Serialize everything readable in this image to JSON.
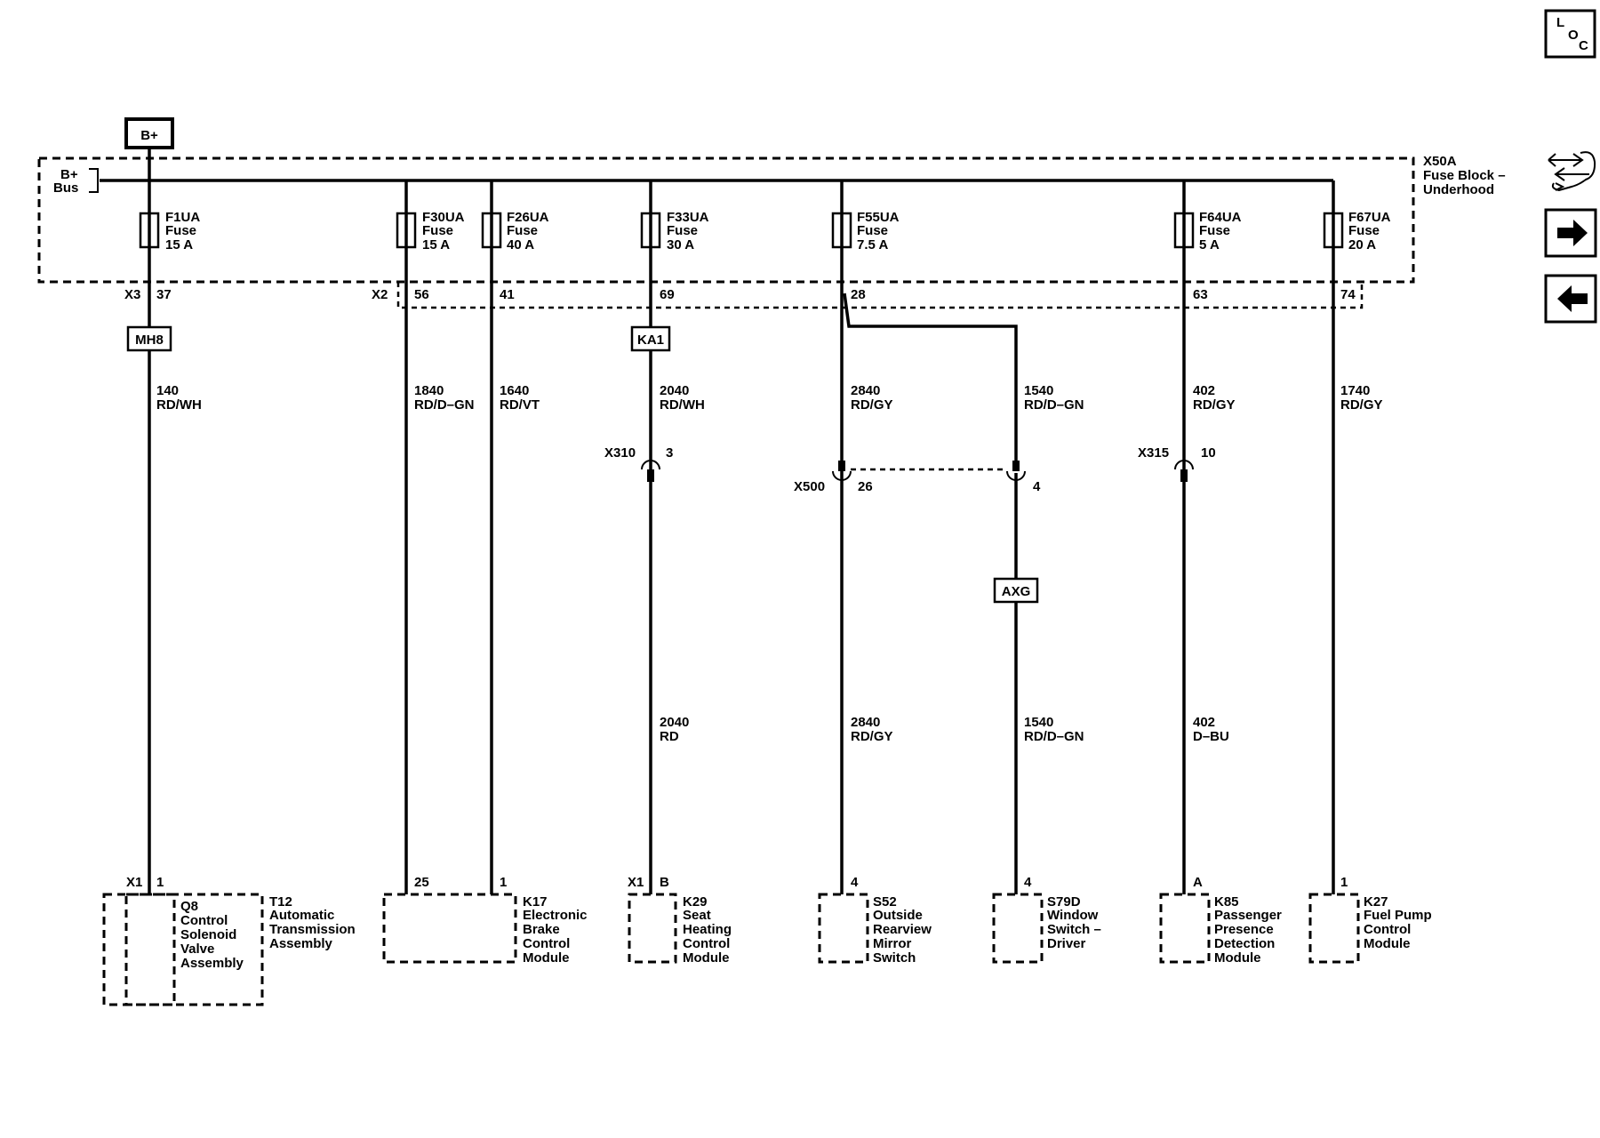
{
  "bplus_source": "B+",
  "bus": {
    "line1": "B+",
    "line2": "Bus"
  },
  "fuse_block": {
    "id": "X50A",
    "line1": "Fuse Block –",
    "line2": "Underhood"
  },
  "nav": {
    "loc_l": "L",
    "loc_o": "O",
    "loc_c": "C"
  },
  "connectors": {
    "x3": "X3",
    "x2": "X2",
    "x310": "X310",
    "x315": "X315",
    "x500": "X500"
  },
  "fuses": [
    {
      "name": "F1UA",
      "type": "Fuse",
      "rating": "15 A"
    },
    {
      "name": "F30UA",
      "type": "Fuse",
      "rating": "15 A"
    },
    {
      "name": "F26UA",
      "type": "Fuse",
      "rating": "40 A"
    },
    {
      "name": "F33UA",
      "type": "Fuse",
      "rating": "30 A"
    },
    {
      "name": "F55UA",
      "type": "Fuse",
      "rating": "7.5 A"
    },
    {
      "name": "F64UA",
      "type": "Fuse",
      "rating": "5 A"
    },
    {
      "name": "F67UA",
      "type": "Fuse",
      "rating": "20 A"
    }
  ],
  "pins": {
    "f1_x3": "37",
    "f30_x2": "56",
    "f26_x2": "41",
    "f33_x2": "69",
    "f55_x2": "28",
    "f64_x2": "63",
    "f67_x2": "74",
    "x310": "3",
    "x315": "10",
    "x500_a": "26",
    "x500_b": "4"
  },
  "splices": {
    "mh8": "MH8",
    "ka1": "KA1",
    "axg": "AXG"
  },
  "wires": {
    "w140": {
      "circuit": "140",
      "color": "RD/WH"
    },
    "w1840": {
      "circuit": "1840",
      "color": "RD/D–GN"
    },
    "w1640": {
      "circuit": "1640",
      "color": "RD/VT"
    },
    "w2040a": {
      "circuit": "2040",
      "color": "RD/WH"
    },
    "w2840a": {
      "circuit": "2840",
      "color": "RD/GY"
    },
    "w1540a": {
      "circuit": "1540",
      "color": "RD/D–GN"
    },
    "w402a": {
      "circuit": "402",
      "color": "RD/GY"
    },
    "w1740": {
      "circuit": "1740",
      "color": "RD/GY"
    },
    "w2040b": {
      "circuit": "2040",
      "color": "RD"
    },
    "w2840b": {
      "circuit": "2840",
      "color": "RD/GY"
    },
    "w1540b": {
      "circuit": "1540",
      "color": "RD/D–GN"
    },
    "w402b": {
      "circuit": "402",
      "color": "D–BU"
    }
  },
  "components": {
    "t12": {
      "conn": "X1",
      "pin": "1",
      "lines": [
        "T12",
        "Automatic",
        "Transmission",
        "Assembly"
      ]
    },
    "q8": {
      "lines": [
        "Q8",
        "Control",
        "Solenoid",
        "Valve",
        "Assembly"
      ]
    },
    "k17": {
      "pin25": "25",
      "pin1": "1",
      "lines": [
        "K17",
        "Electronic",
        "Brake",
        "Control",
        "Module"
      ]
    },
    "k29": {
      "conn": "X1",
      "pin": "B",
      "lines": [
        "K29",
        "Seat",
        "Heating",
        "Control",
        "Module"
      ]
    },
    "s52": {
      "pin": "4",
      "lines": [
        "S52",
        "Outside",
        "Rearview",
        "Mirror",
        "Switch"
      ]
    },
    "s79d": {
      "pin": "4",
      "lines": [
        "S79D",
        "Window",
        "Switch –",
        "Driver"
      ]
    },
    "k85": {
      "pin": "A",
      "lines": [
        "K85",
        "Passenger",
        "Presence",
        "Detection",
        "Module"
      ]
    },
    "k27": {
      "pin": "1",
      "lines": [
        "K27",
        "Fuel Pump",
        "Control",
        "Module"
      ]
    }
  }
}
